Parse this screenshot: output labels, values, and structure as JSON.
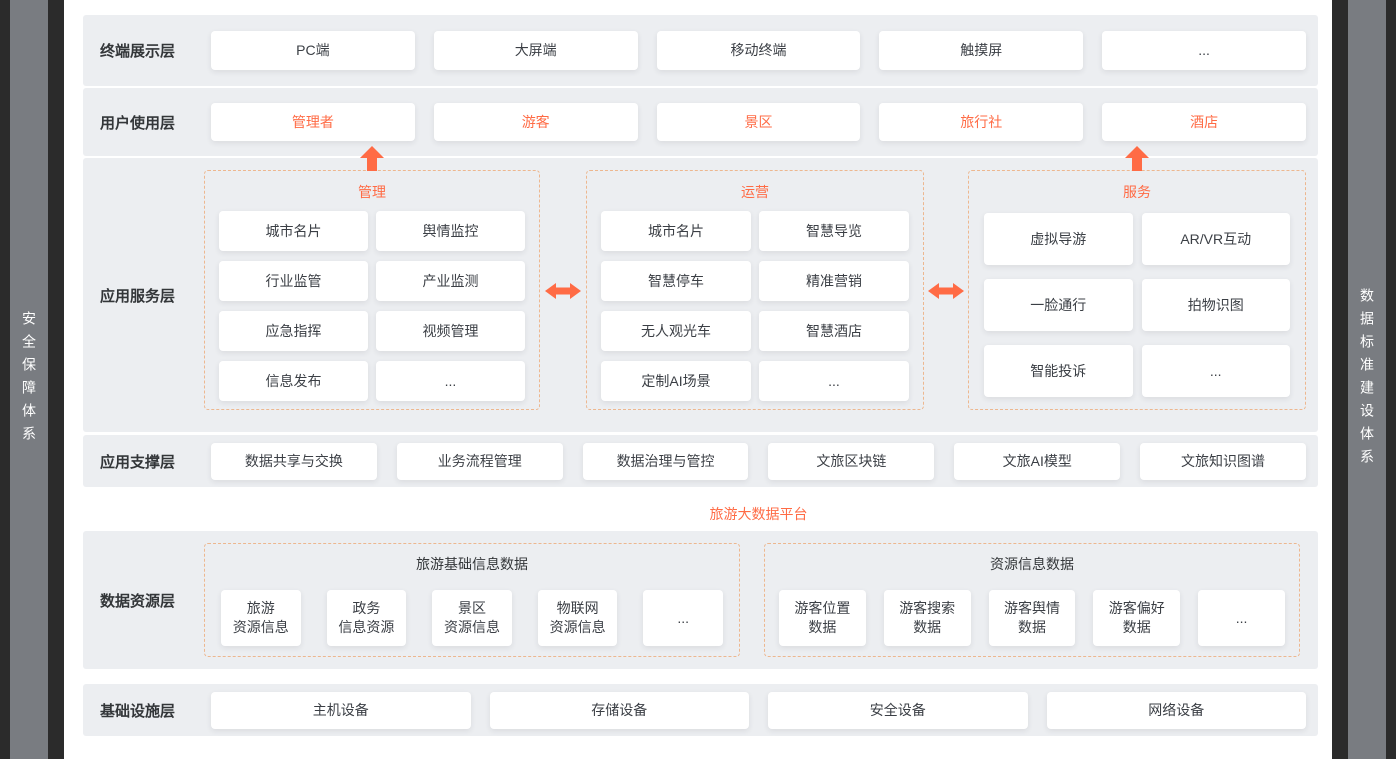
{
  "page": {
    "accent_color": "#ff6b45",
    "band_color": "#eceef1",
    "sidebar_color": "#797c81"
  },
  "side_left": {
    "label": "安全保障体系"
  },
  "side_right": {
    "label": "数据标准建设体系"
  },
  "terminal_layer": {
    "label": "终端展示层",
    "items": [
      "PC端",
      "大屏端",
      "移动终端",
      "触摸屏",
      "..."
    ]
  },
  "user_layer": {
    "label": "用户使用层",
    "items": [
      "管理者",
      "游客",
      "景区",
      "旅行社",
      "酒店"
    ]
  },
  "app_service_layer": {
    "label": "应用服务层",
    "groups": [
      {
        "title": "管理",
        "items": [
          "城市名片",
          "舆情监控",
          "行业监管",
          "产业监测",
          "应急指挥",
          "视频管理",
          "信息发布",
          "..."
        ]
      },
      {
        "title": "运营",
        "items": [
          "城市名片",
          "智慧导览",
          "智慧停车",
          "精准营销",
          "无人观光车",
          "智慧酒店",
          "定制AI场景",
          "..."
        ]
      },
      {
        "title": "服务",
        "items": [
          "虚拟导游",
          "AR/VR互动",
          "一脸通行",
          "拍物识图",
          "智能投诉",
          "..."
        ]
      }
    ]
  },
  "app_support_layer": {
    "label": "应用支撑层",
    "items": [
      "数据共享与交换",
      "业务流程管理",
      "数据治理与管控",
      "文旅区块链",
      "文旅AI模型",
      "文旅知识图谱"
    ]
  },
  "platform_caption": "旅游大数据平台",
  "data_resource_layer": {
    "label": "数据资源层",
    "groups": [
      {
        "title": "旅游基础信息数据",
        "items": [
          "旅游\n资源信息",
          "政务\n信息资源",
          "景区\n资源信息",
          "物联网\n资源信息",
          "..."
        ]
      },
      {
        "title": "资源信息数据",
        "items": [
          "游客位置\n数据",
          "游客搜索\n数据",
          "游客舆情\n数据",
          "游客偏好\n数据",
          "..."
        ]
      }
    ]
  },
  "infrastructure_layer": {
    "label": "基础设施层",
    "items": [
      "主机设备",
      "存储设备",
      "安全设备",
      "网络设备"
    ]
  }
}
